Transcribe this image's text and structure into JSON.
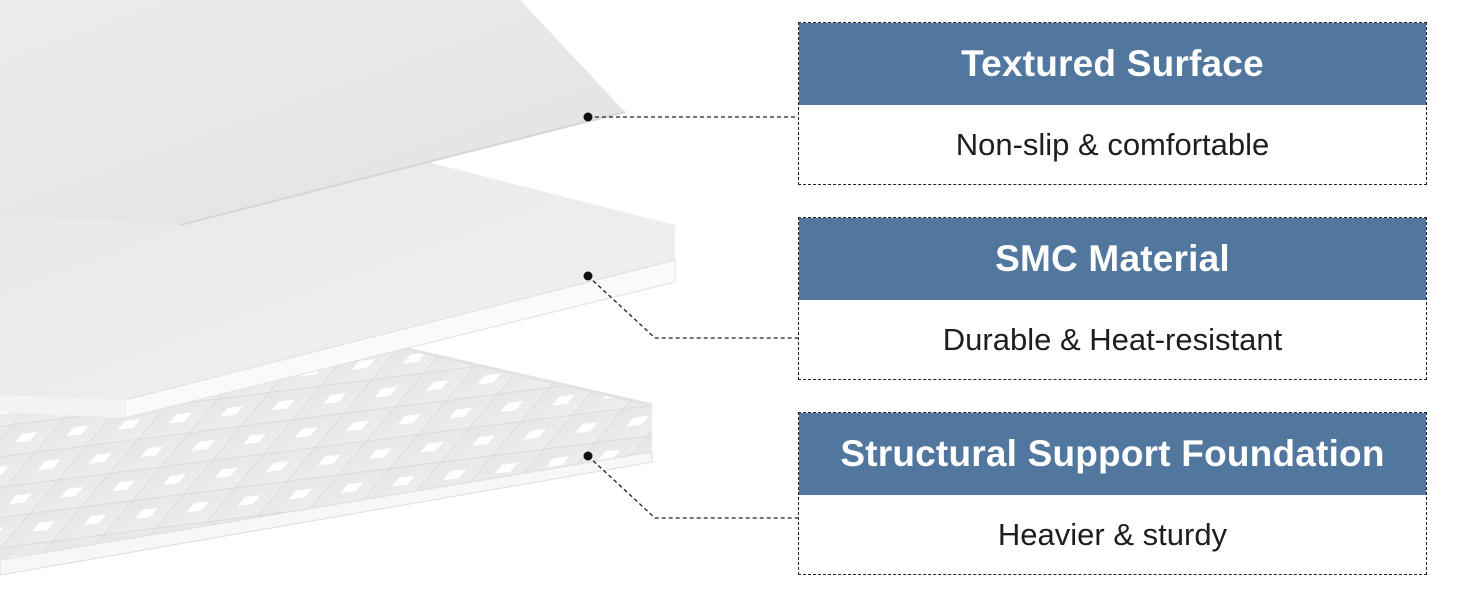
{
  "colors": {
    "title_band": "#52779e",
    "panel_light": "#e9e9e9",
    "connector": "#222222"
  },
  "layers": [
    {
      "title": "Textured Surface",
      "description": "Non-slip & comfortable"
    },
    {
      "title": "SMC Material",
      "description": "Durable & Heat-resistant"
    },
    {
      "title": "Structural Support Foundation",
      "description": "Heavier & sturdy"
    }
  ]
}
